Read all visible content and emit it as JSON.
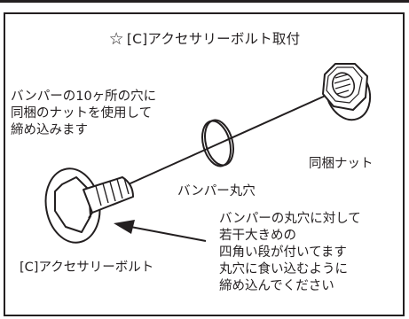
{
  "title": {
    "star_icon": "star-outline-icon",
    "text": "[C]アクセサリーボルト取付"
  },
  "labels": {
    "bumper_holes": [
      "バンパーの10ヶ所の穴に",
      "同梱のナットを使用して",
      "締め込みます"
    ],
    "included_nut": "同梱ナット",
    "bumper_round_hole": "バンパー丸穴",
    "note": [
      "バンパーの丸穴に対して",
      "若干大きめの",
      "四角い段が付いてます",
      "丸穴に食い込むように",
      "締め込んでください"
    ],
    "accessory_bolt": "[C]アクセサリーボルト"
  }
}
